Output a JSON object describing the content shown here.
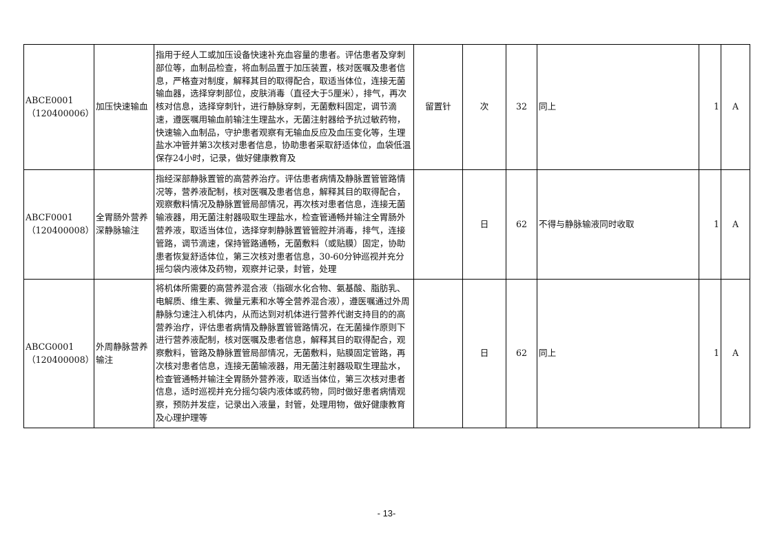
{
  "rows": [
    {
      "code": "ABCE0001",
      "code2": "（120400006）",
      "name": "加压快速输血",
      "desc": "指用于经人工或加压设备快速补充血容量的患者。评估患者及穿刺部位等，血制品检查，将血制品置于加压装置，核对医嘱及患者信息，严格查对制度，解释其目的取得配合，取适当体位，连接无菌输血器，选择穿刺部位，皮肤消毒（直径大于5厘米），排气，再次核对信息，选择穿刺针，进行静脉穿刺，无菌敷料固定，调节滴速，遵医嘱用输血前输注生理盐水，无菌注射器给予抗过敏药物，快速输入血制品，守护患者观察有无输血反应及血压变化等，生理盐水冲管并第3次核对患者信息，协助患者采取舒适体位，血袋低温保存24小时，记录，做好健康教育及",
      "material": "留置针",
      "unit": "次",
      "price": "32",
      "note": "同上",
      "num": "1",
      "grade": "A"
    },
    {
      "code": "ABCF0001",
      "code2": "（120400008）",
      "name": "全胃肠外营养深静脉输注",
      "desc": "指经深部静脉置管的高营养治疗。评估患者病情及静脉置管管路情况等，营养液配制，核对医嘱及患者信息，解释其目的取得配合，观察敷料情况及静脉置管局部情况，再次核对患者信息，连接无菌输液器，用无菌注射器吸取生理盐水，检查管通畅并输注全胃肠外营养液，取适当体位，选择穿刺静脉置管管腔并消毒，排气，连接管路，调节滴速，保持管路通畅，无菌敷料（或贴膜）固定，协助患者恢复舒适体位，第三次核对患者信息，30-60分钟巡视并充分摇匀袋内液体及药物，观察并记录，封管，处理",
      "material": "",
      "unit": "日",
      "price": "62",
      "note": "不得与静脉输液同时收取",
      "num": "1",
      "grade": "A"
    },
    {
      "code": "ABCG0001",
      "code2": "（120400008）",
      "name": "外周静脉营养输注",
      "desc": "将机体所需要的高营养混合液（指碳水化合物、氨基酸、脂肪乳、电解质、维生素、微量元素和水等全营养混合液），遵医嘱通过外周静脉匀速注入机体内，从而达到对机体进行营养代谢支持目的的高营养治疗，评估患者病情及静脉置管管路情况，在无菌操作原则下进行营养液配制，核对医嘱及患者信息，解释其目的取得配合，观察敷料，管路及静脉置管局部情况，无菌敷料，贴膜固定管路，再次核对患者信息，连接无菌输液器，用无菌注射器吸取生理盐水，检查管通畅并输注全胃肠外营养液，取适当体位，第三次核对患者信息，适时巡视并充分摇匀袋内液体或药物，同时做好患者病情观察，预防并发症，记录出入液量，封管，处理用物，做好健康教育及心理护理等",
      "material": "",
      "unit": "日",
      "price": "62",
      "note": "同上",
      "num": "1",
      "grade": "A"
    }
  ],
  "page_number": "- 13-"
}
